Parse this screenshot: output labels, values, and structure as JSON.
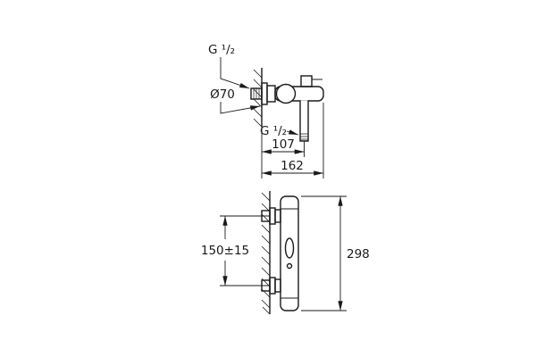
{
  "diagram": {
    "background": "#ffffff",
    "line_color": "#1a1a1a",
    "side_view": {
      "inlet_thread_label": "G ¹/₂",
      "flange_diameter_label": "Ø70",
      "outlet_thread_label": "G ¹/₂",
      "wall_to_outlet_dim": "107",
      "projection_dim": "162"
    },
    "front_view": {
      "inlet_spacing_dim": "150±15",
      "height_dim": "298"
    }
  }
}
